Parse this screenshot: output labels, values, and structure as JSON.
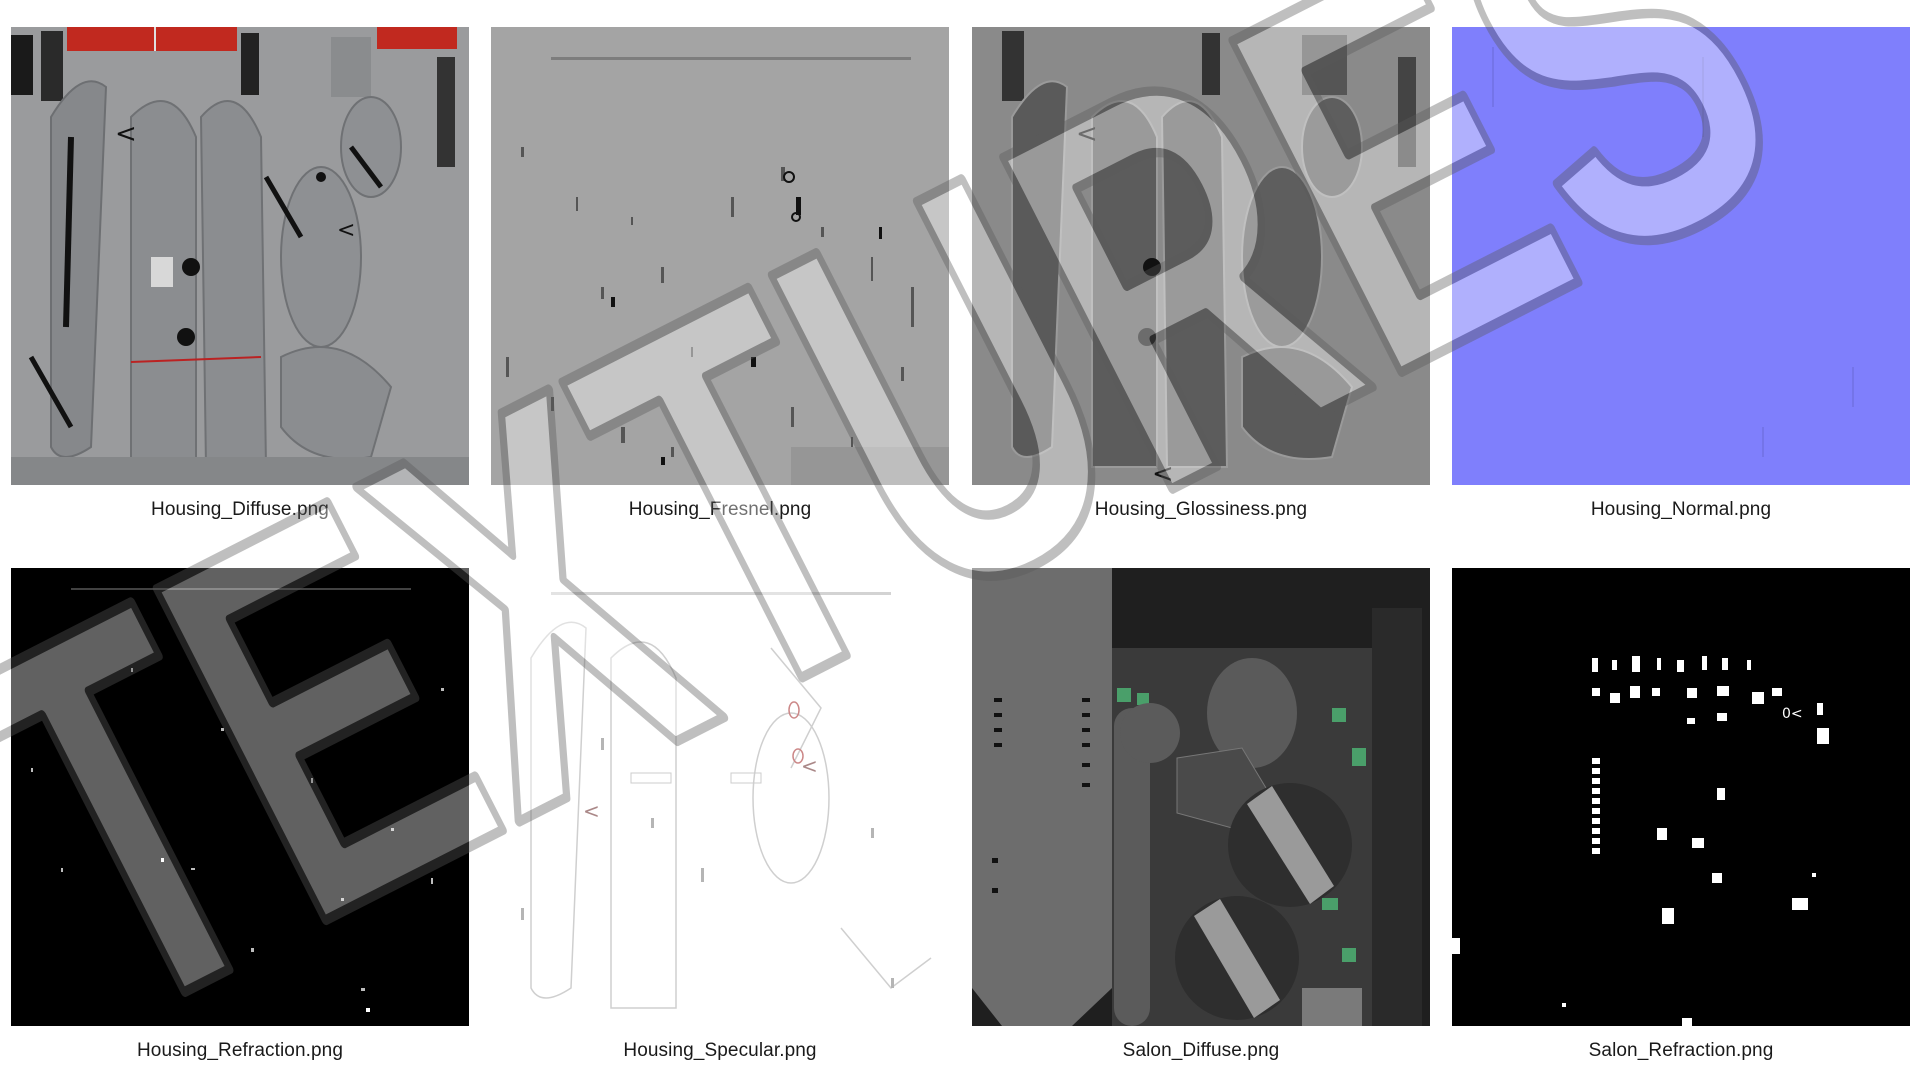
{
  "gallery": {
    "watermark_text": "TEXTURES",
    "items": [
      {
        "filename": "Housing_Diffuse.png",
        "thumbnail": "housing-diffuse-texture",
        "background": "#999b9d"
      },
      {
        "filename": "Housing_Fresnel.png",
        "thumbnail": "housing-fresnel-texture",
        "background": "#a3a3a3"
      },
      {
        "filename": "Housing_Glossiness.png",
        "thumbnail": "housing-glossiness-texture",
        "background": "#808080"
      },
      {
        "filename": "Housing_Normal.png",
        "thumbnail": "housing-normal-texture",
        "background": "#7f7ffc"
      },
      {
        "filename": "Housing_Refraction.png",
        "thumbnail": "housing-refraction-texture",
        "background": "#000000"
      },
      {
        "filename": "Housing_Specular.png",
        "thumbnail": "housing-specular-texture",
        "background": "#ffffff"
      },
      {
        "filename": "Salon_Diffuse.png",
        "thumbnail": "salon-diffuse-texture",
        "background": "#1e1e1e"
      },
      {
        "filename": "Salon_Refraction.png",
        "thumbnail": "salon-refraction-texture",
        "background": "#000000"
      }
    ]
  }
}
